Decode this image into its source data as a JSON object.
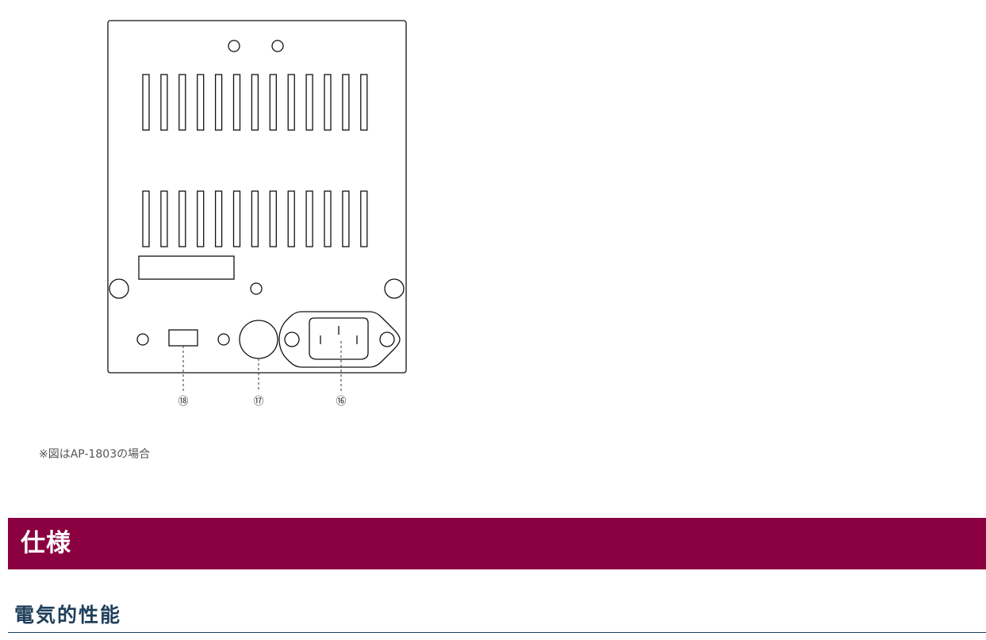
{
  "figure": {
    "callouts": [
      "⑱",
      "⑰",
      "⑯"
    ]
  },
  "caption": "※図はAP-1803の場合",
  "section": {
    "title": "仕様"
  },
  "subsection": {
    "title": "電気的性能"
  }
}
